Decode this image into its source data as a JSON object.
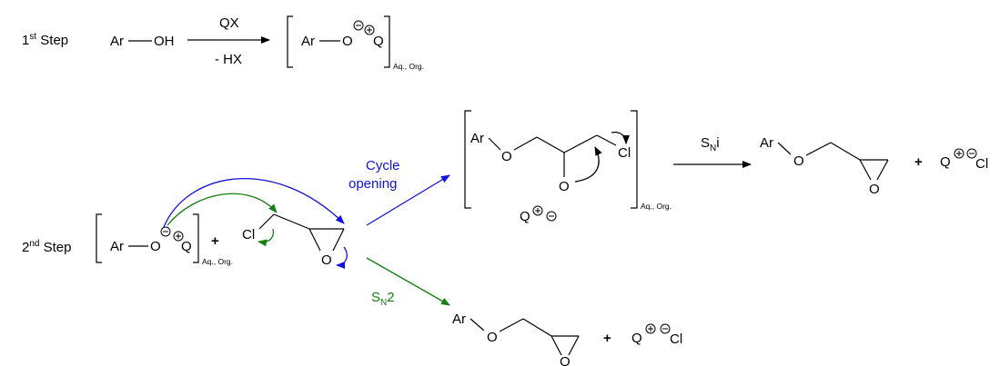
{
  "step1": {
    "label": "1",
    "label_sup": "st",
    "label_word": " Step",
    "reactant": "Ar",
    "reactant_oh": "OH",
    "reagent_above": "QX",
    "reagent_below": "- HX",
    "product_ar": "Ar",
    "product_o": "O",
    "product_q": "Q",
    "phase_note": "Aq., Org."
  },
  "step2": {
    "label": "2",
    "label_sup": "nd",
    "label_word": " Step",
    "phenoxide_ar": "Ar",
    "phenoxide_o": "O",
    "phenoxide_q": "Q",
    "phase_note": "Aq., Org.",
    "plus": "+",
    "epichlorohydrin_cl": "Cl",
    "epoxide_o": "O"
  },
  "paths": {
    "cycle_opening_line1": "Cycle",
    "cycle_opening_line2": "opening",
    "sn2_main": "S",
    "sn2_sub": "N",
    "sn2_tail": "2",
    "sni_main": "S",
    "sni_sub": "N",
    "sni_tail": "i"
  },
  "intermediate": {
    "ar": "Ar",
    "ether_o": "O",
    "alkoxide_o": "O",
    "cl": "Cl",
    "q": "Q",
    "phase_note": "Aq., Org."
  },
  "product_top": {
    "ar": "Ar",
    "ether_o": "O",
    "epoxide_o": "O",
    "plus": "+",
    "q": "Q",
    "cl": "Cl"
  },
  "product_bottom": {
    "ar": "Ar",
    "ether_o": "O",
    "epoxide_o": "O",
    "plus": "+",
    "q": "Q",
    "cl": "Cl"
  },
  "colors": {
    "blue": "#1010e0",
    "green": "#108010",
    "black": "#000000"
  }
}
